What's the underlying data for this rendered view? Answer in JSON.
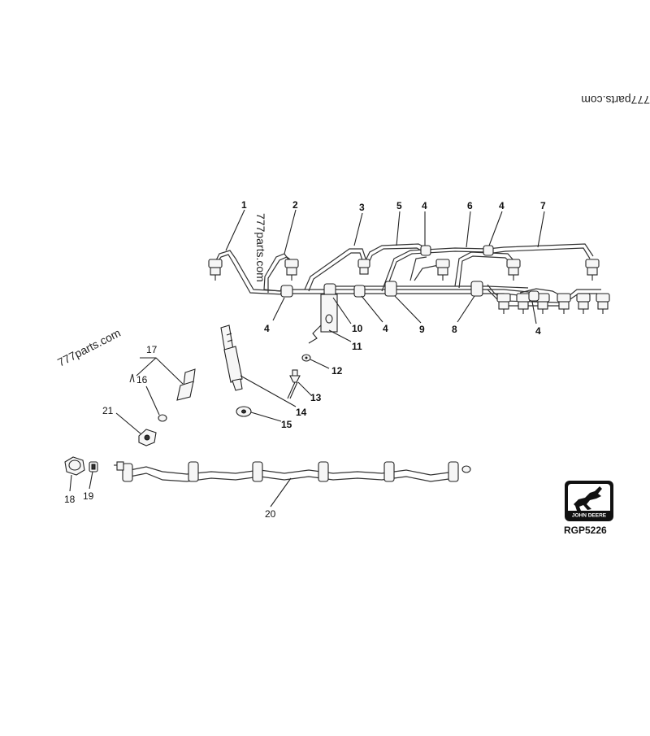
{
  "watermarks": [
    "777parts.com",
    "777parts.com",
    "777parts.com"
  ],
  "callouts": {
    "c1": "1",
    "c2": "2",
    "c3": "3",
    "c4a": "4",
    "c5": "5",
    "c6": "6",
    "c4b": "4",
    "c7": "7",
    "c4c": "4",
    "c10": "10",
    "c4d": "4",
    "c9": "9",
    "c8": "8",
    "c4e": "4",
    "c11": "11",
    "c12": "12",
    "c13": "13",
    "c14": "14",
    "c15": "15",
    "c17": "17",
    "c16": "16",
    "c21": "21",
    "c18": "18",
    "c19": "19",
    "c20": "20"
  },
  "logo": {
    "brand": "JOHN DEERE",
    "ref": "RGP5226"
  }
}
